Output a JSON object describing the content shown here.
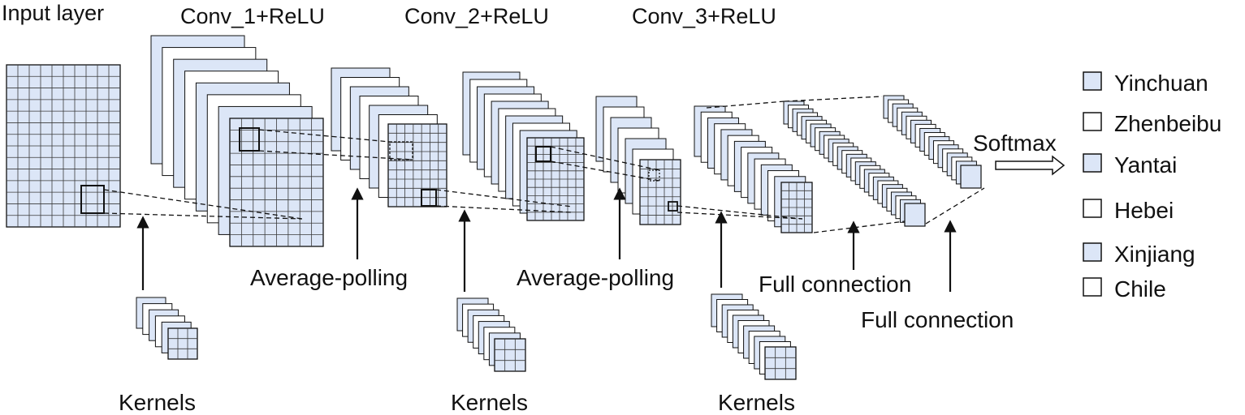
{
  "labels": {
    "input_layer": "Input layer",
    "conv1": "Conv_1+ReLU",
    "conv2": "Conv_2+ReLU",
    "conv3": "Conv_3+ReLU",
    "pooling1": "Average-polling",
    "pooling2": "Average-polling",
    "kernels1": "Kernels",
    "kernels2": "Kernels",
    "kernels3": "Kernels",
    "full_connection1": "Full connection",
    "full_connection2": "Full connection",
    "softmax": "Softmax"
  },
  "classes": [
    {
      "label": "Yinchuan",
      "filled": true
    },
    {
      "label": "Zhenbeibu",
      "filled": false
    },
    {
      "label": "Yantai",
      "filled": true
    },
    {
      "label": "Hebei",
      "filled": false
    },
    {
      "label": "Xinjiang",
      "filled": true
    },
    {
      "label": "Chile",
      "filled": false
    }
  ],
  "colors": {
    "fill": "#dce6f7",
    "stroke": "#111111",
    "grid": "#3a3a3a",
    "background": "#ffffff"
  }
}
